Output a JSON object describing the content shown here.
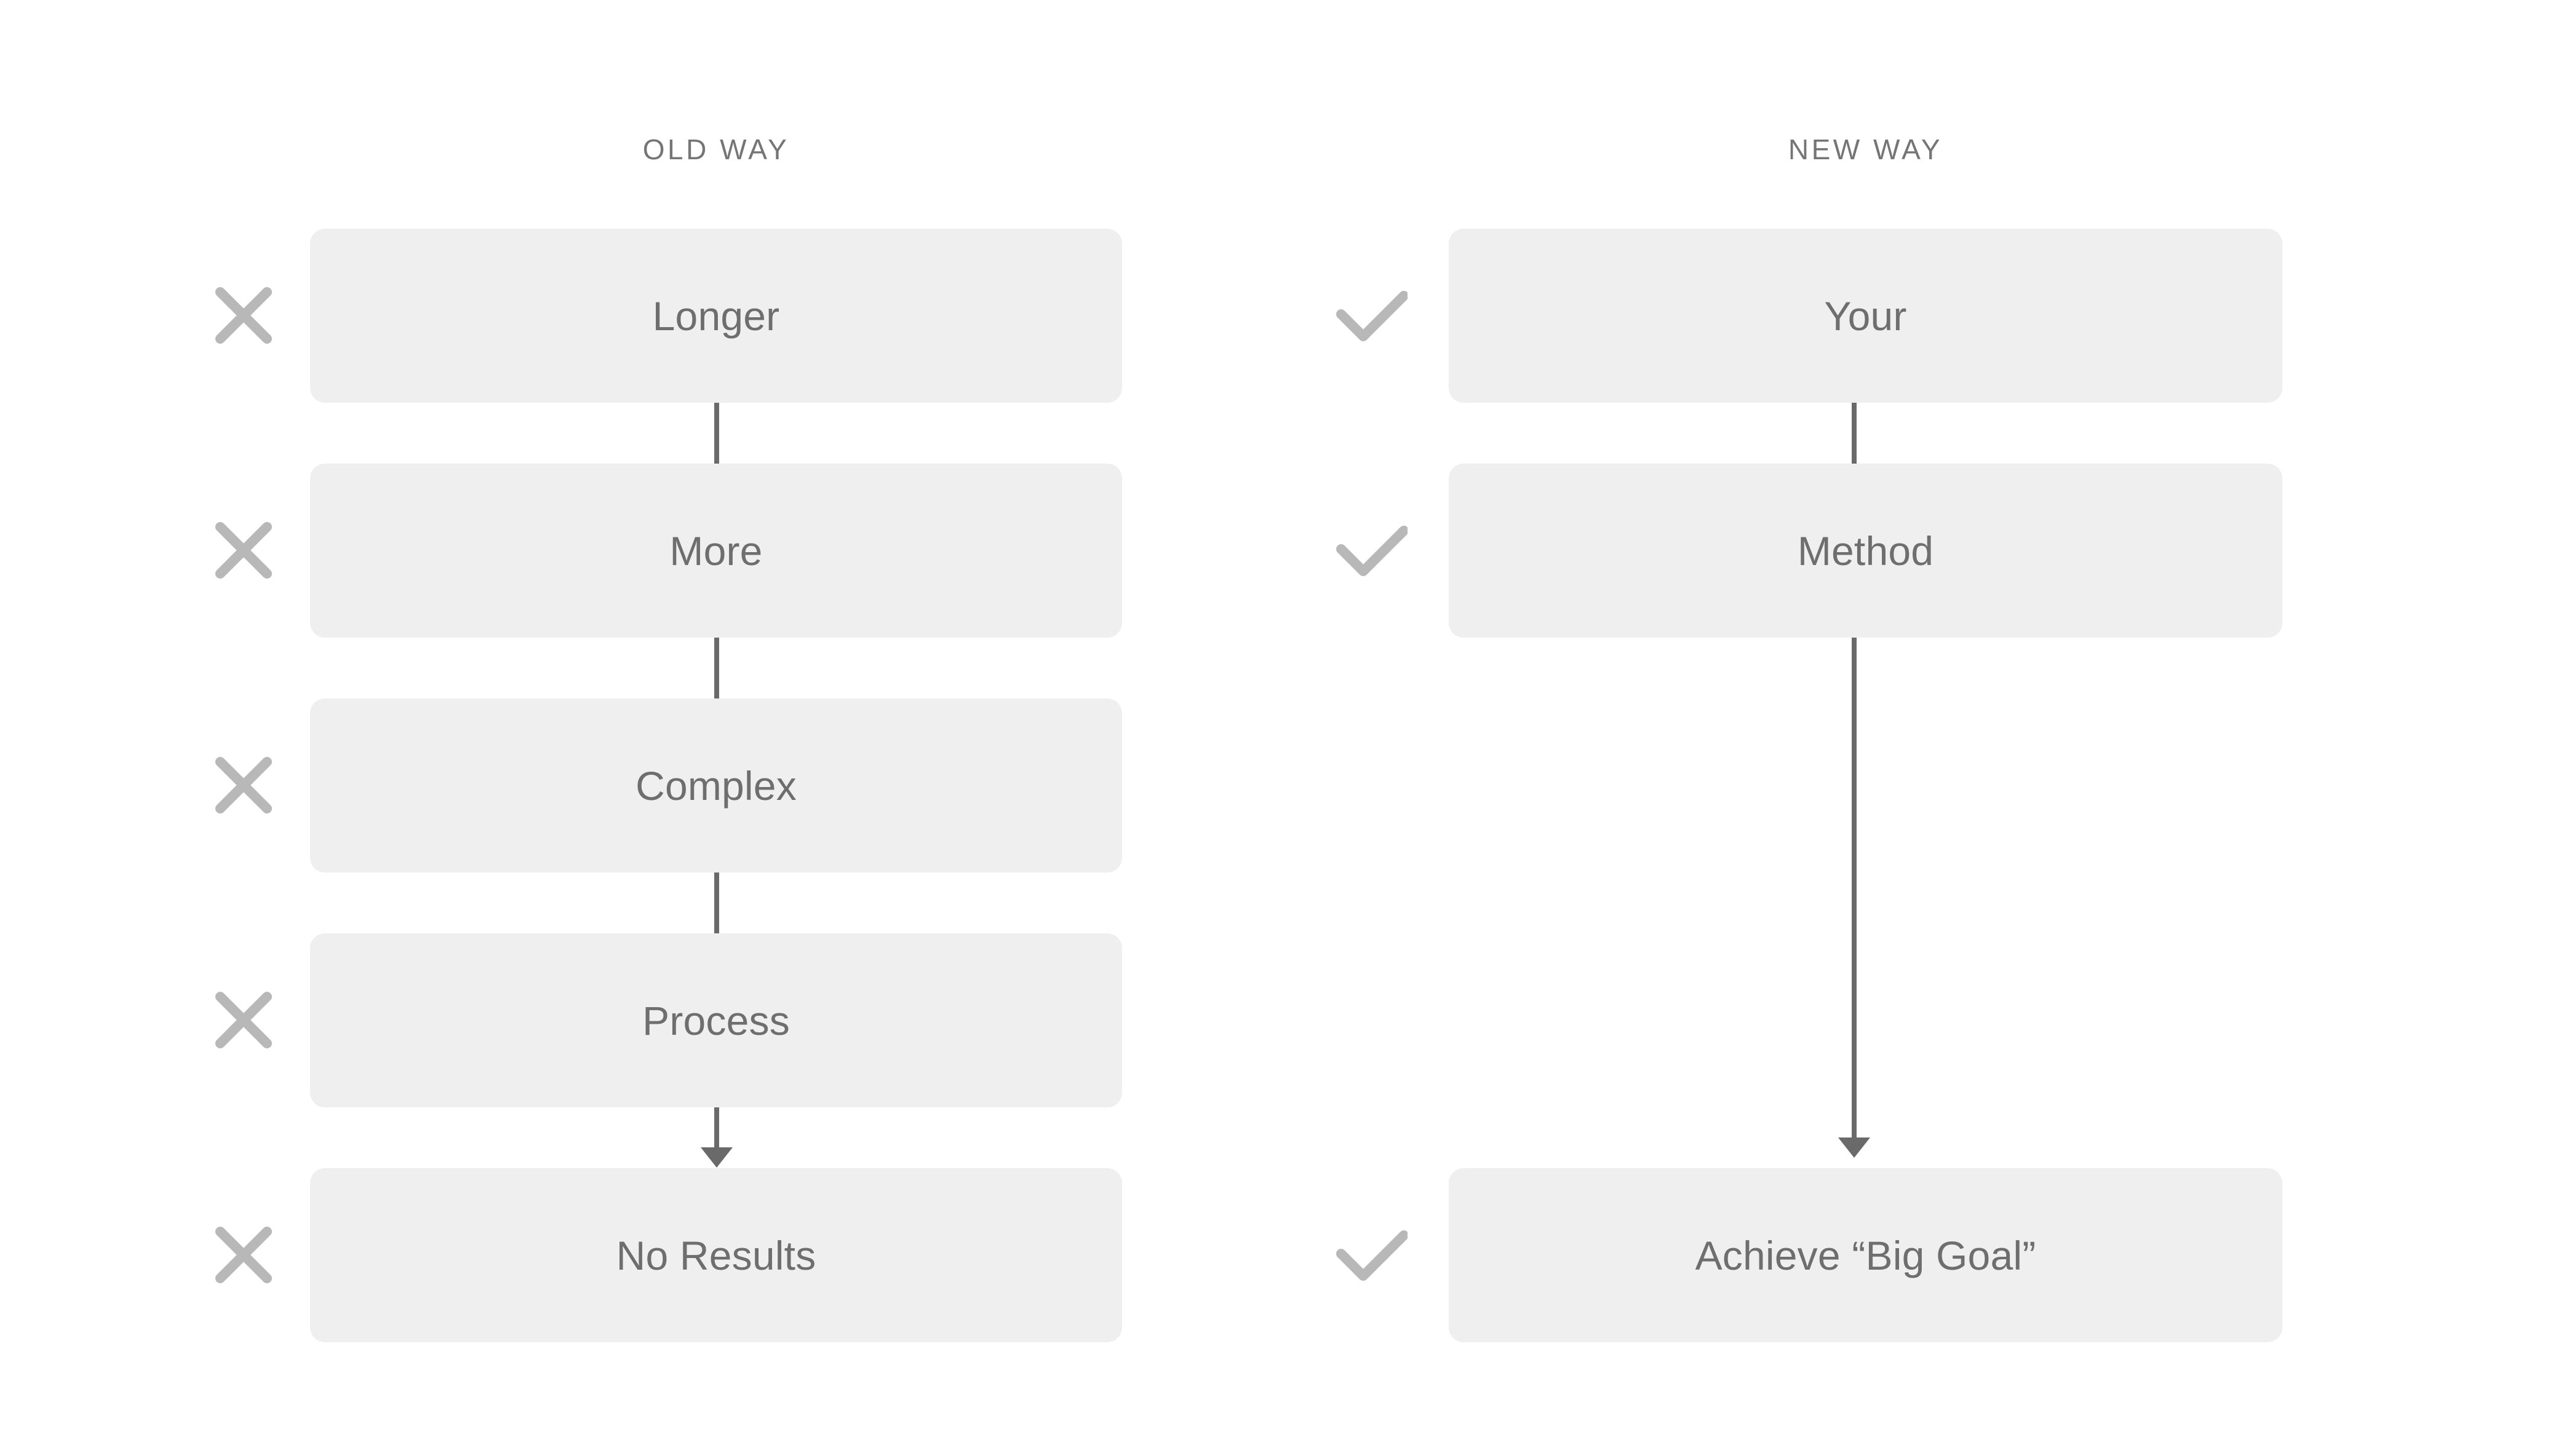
{
  "columns": [
    {
      "id": "old-way",
      "header": "OLD WAY",
      "marker": "x-icon",
      "steps": [
        {
          "label": "Longer"
        },
        {
          "label": "More"
        },
        {
          "label": "Complex"
        },
        {
          "label": "Process"
        },
        {
          "label": "No Results"
        }
      ]
    },
    {
      "id": "new-way",
      "header": "NEW WAY",
      "marker": "check-icon",
      "steps": [
        {
          "label": "Your"
        },
        {
          "label": "Method"
        },
        {
          "label": "Achieve “Big Goal”"
        }
      ]
    }
  ],
  "colors": {
    "background": "#ffffff",
    "box_fill": "#efefef",
    "label_text": "#6e6e6e",
    "header_text": "#757575",
    "marker_icon": "#b8b8b8",
    "connector": "#6a6a6a"
  },
  "chart_data": {
    "type": "diagram",
    "title": "",
    "comparison": [
      {
        "column": "OLD WAY",
        "marker": "x",
        "flow": [
          "Longer",
          "More",
          "Complex",
          "Process",
          "No Results"
        ],
        "connectors": [
          "line",
          "line",
          "line",
          "arrow"
        ]
      },
      {
        "column": "NEW WAY",
        "marker": "check",
        "flow": [
          "Your",
          "Method",
          "Achieve “Big Goal”"
        ],
        "connectors": [
          "line",
          "long-arrow"
        ]
      }
    ]
  }
}
